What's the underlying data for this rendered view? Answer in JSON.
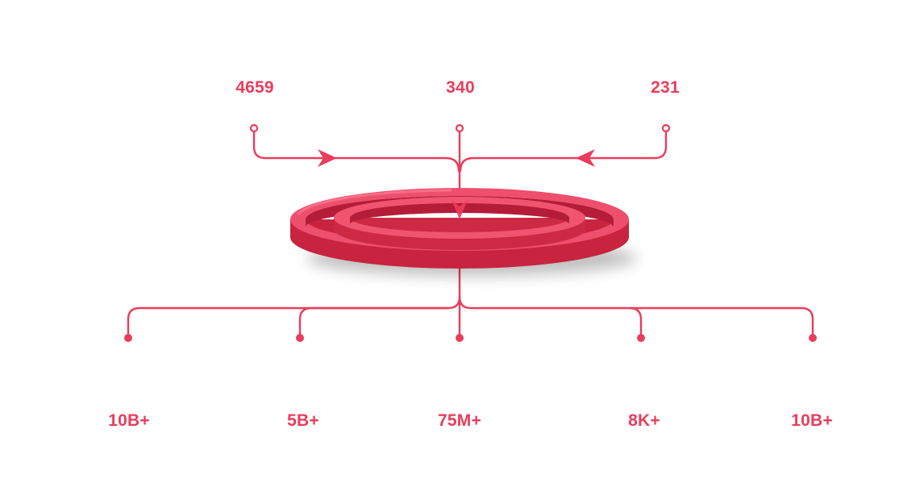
{
  "colors": {
    "accent": "#ea3d5c",
    "ring_light": "#ee4f6c",
    "ring_dark": "#c0203f"
  },
  "inputs": [
    {
      "id": "left",
      "value": "4659"
    },
    {
      "id": "center",
      "value": "340"
    },
    {
      "id": "right",
      "value": "231"
    }
  ],
  "outputs": [
    {
      "id": "o1",
      "value": "10B+"
    },
    {
      "id": "o2",
      "value": "5B+"
    },
    {
      "id": "o3",
      "value": "75M+"
    },
    {
      "id": "o4",
      "value": "8K+"
    },
    {
      "id": "o5",
      "value": "10B+"
    }
  ]
}
